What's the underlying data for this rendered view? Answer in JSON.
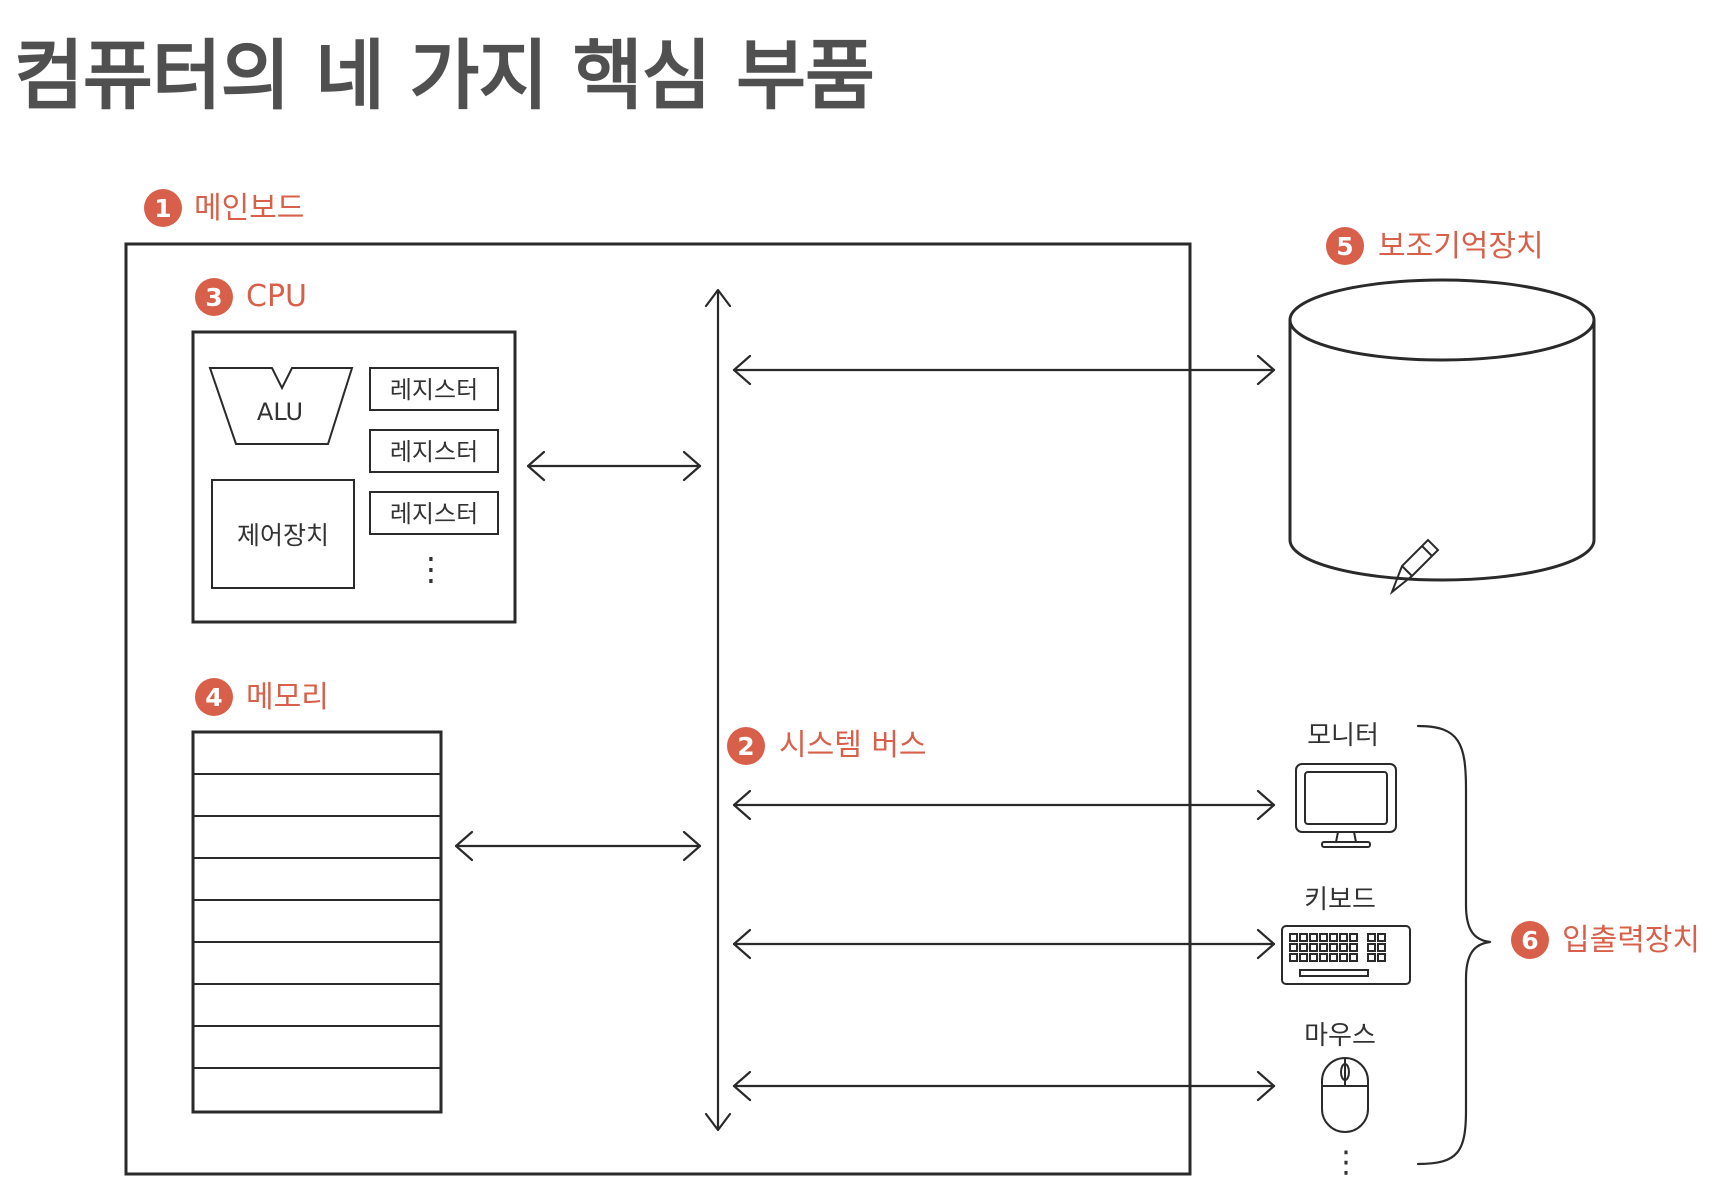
{
  "title": "컴퓨터의 네 가지 핵심 부품",
  "colors": {
    "accent": "#d8604a",
    "ink": "#2a2a2a",
    "title": "#505050"
  },
  "labels": {
    "mainboard": {
      "num": "1",
      "text": "메인보드"
    },
    "system_bus": {
      "num": "2",
      "text": "시스템 버스"
    },
    "cpu": {
      "num": "3",
      "text": "CPU"
    },
    "memory": {
      "num": "4",
      "text": "메모리"
    },
    "storage": {
      "num": "5",
      "text": "보조기억장치"
    },
    "io": {
      "num": "6",
      "text": "입출력장치"
    }
  },
  "cpu": {
    "alu": "ALU",
    "control_unit": "제어장치",
    "registers": [
      "레지스터",
      "레지스터",
      "레지스터"
    ],
    "ellipsis": "⋮"
  },
  "devices": {
    "monitor": "모니터",
    "keyboard": "키보드",
    "mouse": "마우스",
    "ellipsis": "⋮"
  }
}
